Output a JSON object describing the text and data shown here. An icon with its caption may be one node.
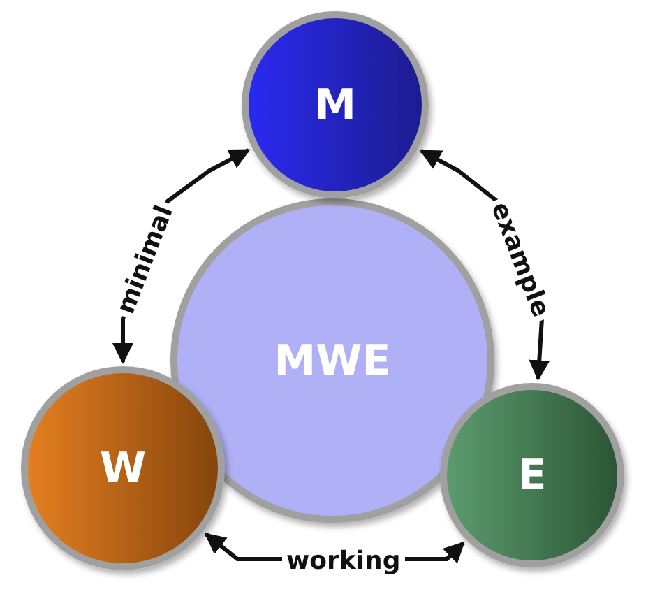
{
  "diagram": {
    "nodes": [
      {
        "text": [
          "M"
        ]
      },
      {
        "text": [
          "MWE"
        ]
      },
      {
        "text": [
          "W"
        ]
      },
      {
        "text": [
          "E"
        ]
      }
    ],
    "edges": [
      {
        "from": 2,
        "to": 0,
        "arrow": "both",
        "label": "minimal"
      },
      {
        "from": 0,
        "to": 3,
        "arrow": "both",
        "label": "example"
      },
      {
        "from": 2,
        "to": 3,
        "arrow": "both",
        "label": "working"
      }
    ]
  }
}
